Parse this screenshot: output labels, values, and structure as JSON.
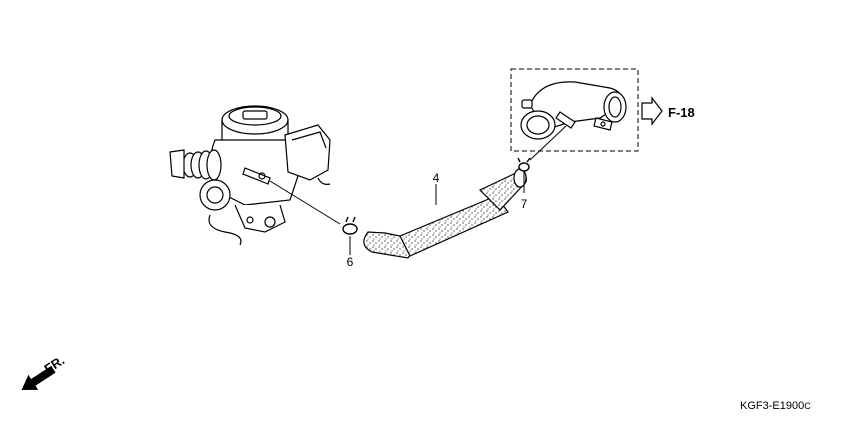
{
  "callouts": {
    "hose": "4",
    "clip_left": "6",
    "clip_right": "7"
  },
  "reference": "F-18",
  "front_marker": "FR.",
  "diagram_code": "KGF3-E1900",
  "diagram_code_suffix": "C"
}
